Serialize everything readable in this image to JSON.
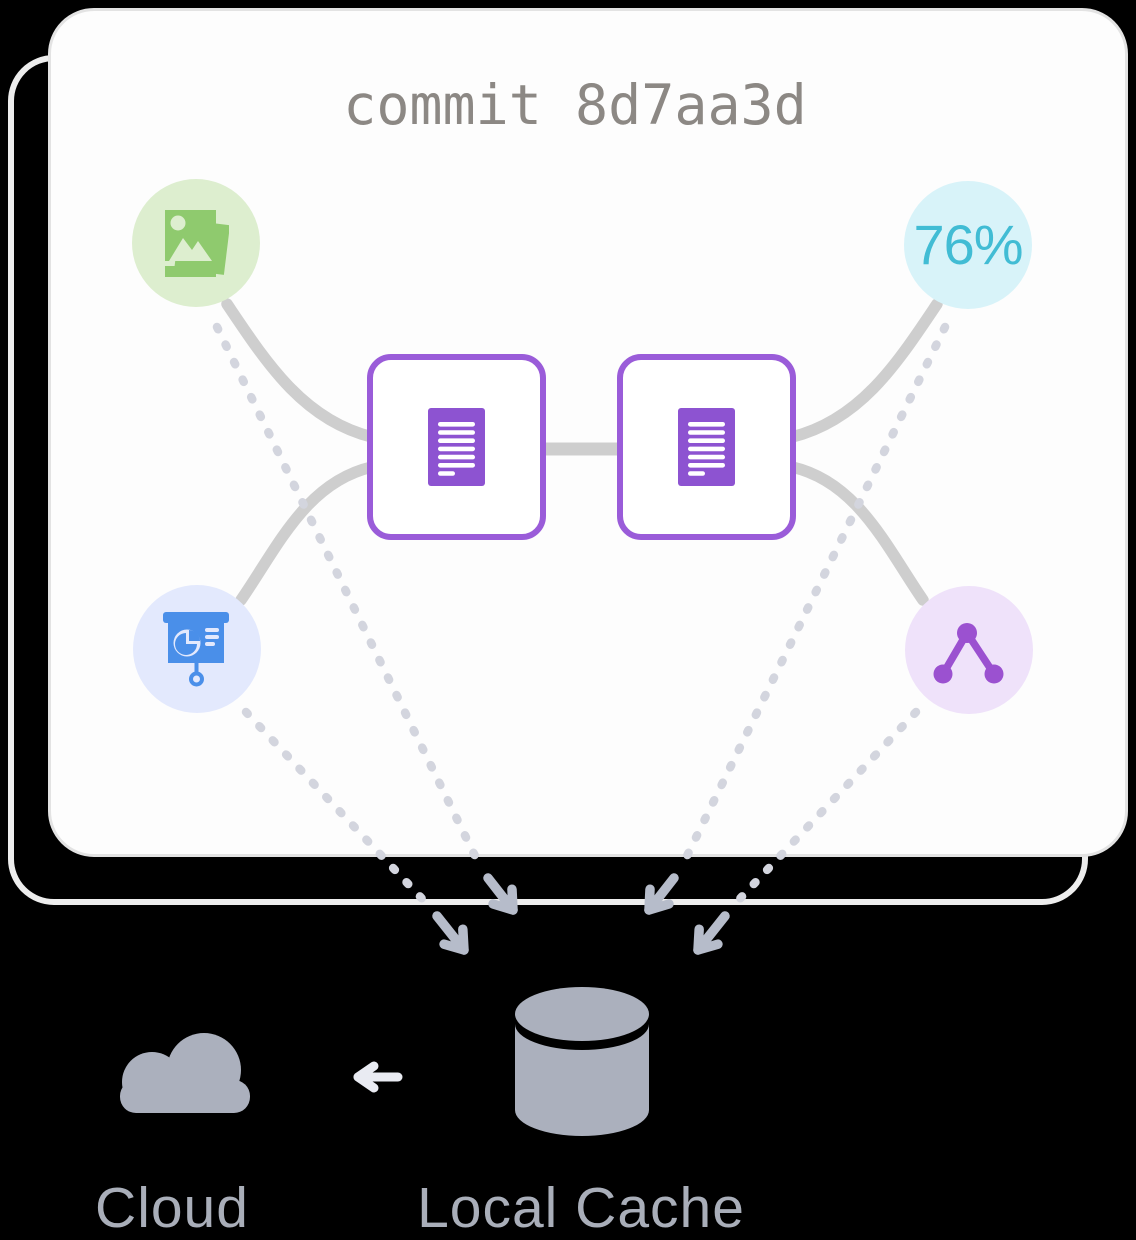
{
  "diagram": {
    "title": "commit 8d7aa3d",
    "assets": {
      "images": {
        "icon": "photos-icon",
        "accent": "#8fca6e",
        "bg": "#ddeecf"
      },
      "coverage": {
        "value": "76%",
        "accent": "#41bcd4",
        "bg": "#d8f3f9"
      },
      "slides": {
        "icon": "presentation-icon",
        "accent": "#4a8fe9",
        "bg": "#e3e9fd"
      },
      "graph": {
        "icon": "network-graph-icon",
        "accent": "#9b51d0",
        "bg": "#efe2fa"
      }
    },
    "documents": {
      "count": 2,
      "border_color": "#9a5cd9",
      "fill_color": "#8d53d1"
    },
    "local_cache": {
      "label": "Local Cache"
    },
    "cloud": {
      "label": "Cloud"
    },
    "colors": {
      "card_fill": "#fdfdfd",
      "back_card_stroke": "#ededed",
      "connector_gray": "#cecece",
      "dotted_gray": "#d3d5de",
      "arrow_gray": "#b6bcca",
      "storage_gray": "#abb0bd",
      "cloud_arrow": "#e9ebf2",
      "title_text": "#8c8884",
      "label_text": "#a9aeb9"
    }
  }
}
